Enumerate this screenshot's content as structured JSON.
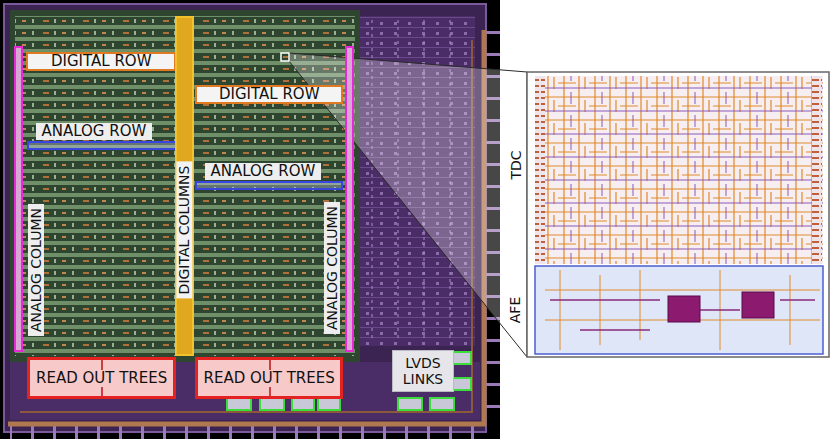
{
  "diagram": {
    "nodes": [
      {
        "text": [
          "DIGITAL ROW"
        ]
      },
      {
        "text": [
          "DIGITAL ROW"
        ]
      },
      {
        "text": [
          "ANALOG ROW"
        ]
      },
      {
        "text": [
          "ANALOG ROW"
        ]
      },
      {
        "text": [
          "ANALOG COLUMN"
        ]
      },
      {
        "text": [
          "DIGITAL COLUMNS"
        ]
      },
      {
        "text": [
          "ANALOG COLUMN"
        ]
      },
      {
        "text": [
          "READ OUT TREES"
        ]
      },
      {
        "text": [
          "READ OUT TREES"
        ]
      },
      {
        "text": [
          "LVDS LINKS"
        ]
      },
      {
        "text": [
          "TDC"
        ]
      },
      {
        "text": [
          "AFE"
        ]
      }
    ]
  }
}
